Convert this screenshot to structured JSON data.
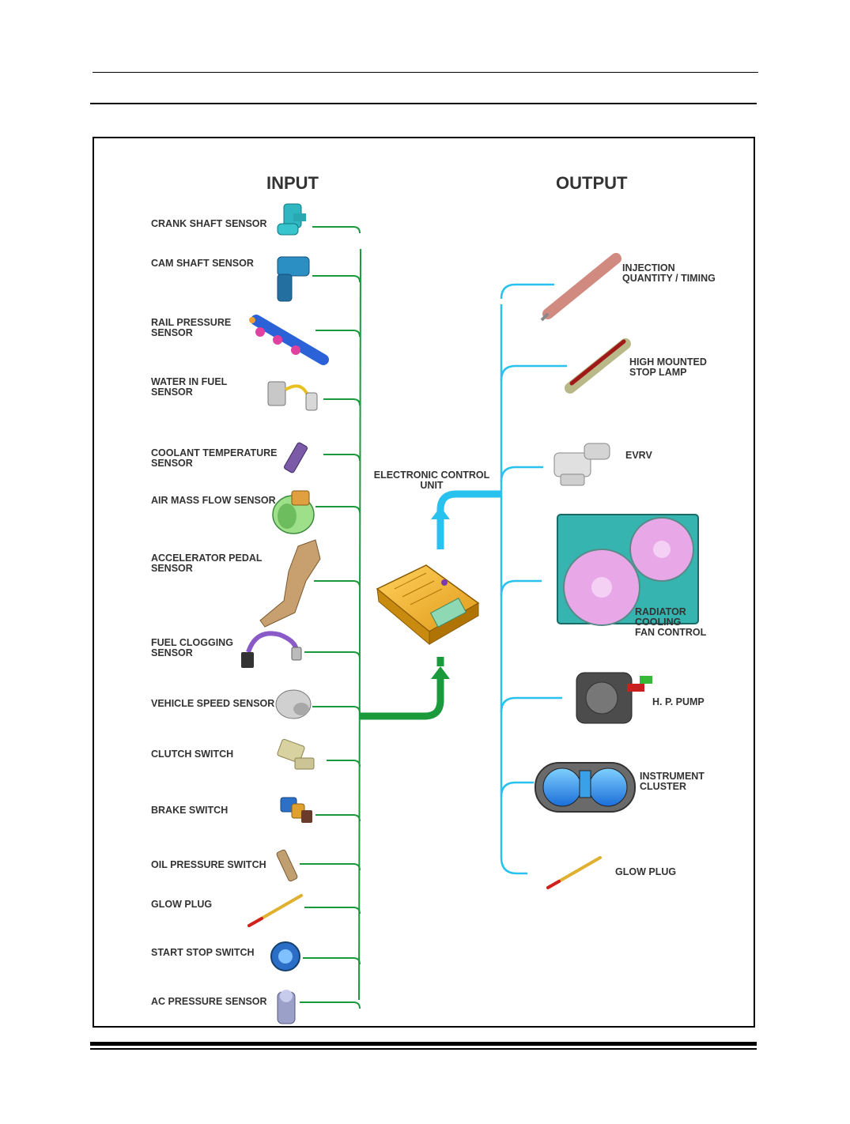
{
  "headings": {
    "input": "INPUT",
    "output": "OUTPUT"
  },
  "ecu": {
    "label_lines": [
      "ELECTRONIC CONTROL",
      "UNIT"
    ]
  },
  "colors": {
    "input_line": "#1b9a3c",
    "output_line": "#29c2ee"
  },
  "inputs": [
    {
      "lines": [
        "CRANK SHAFT SENSOR"
      ],
      "icon": "crank-shaft-sensor-icon"
    },
    {
      "lines": [
        "CAM SHAFT SENSOR"
      ],
      "icon": "cam-shaft-sensor-icon"
    },
    {
      "lines": [
        "RAIL PRESSURE",
        "SENSOR"
      ],
      "icon": "rail-pressure-sensor-icon"
    },
    {
      "lines": [
        "WATER IN FUEL",
        "SENSOR"
      ],
      "icon": "water-in-fuel-sensor-icon"
    },
    {
      "lines": [
        "COOLANT TEMPERATURE",
        "SENSOR"
      ],
      "icon": "coolant-temperature-sensor-icon"
    },
    {
      "lines": [
        "AIR MASS FLOW SENSOR"
      ],
      "icon": "air-mass-flow-sensor-icon"
    },
    {
      "lines": [
        "ACCELERATOR PEDAL",
        "SENSOR"
      ],
      "icon": "accelerator-pedal-sensor-icon"
    },
    {
      "lines": [
        "FUEL CLOGGING",
        "SENSOR"
      ],
      "icon": "fuel-clogging-sensor-icon"
    },
    {
      "lines": [
        "VEHICLE SPEED SENSOR"
      ],
      "icon": "vehicle-speed-sensor-icon"
    },
    {
      "lines": [
        "CLUTCH SWITCH"
      ],
      "icon": "clutch-switch-icon"
    },
    {
      "lines": [
        "BRAKE SWITCH"
      ],
      "icon": "brake-switch-icon"
    },
    {
      "lines": [
        "OIL PRESSURE SWITCH"
      ],
      "icon": "oil-pressure-switch-icon"
    },
    {
      "lines": [
        "GLOW PLUG"
      ],
      "icon": "glow-plug-icon"
    },
    {
      "lines": [
        "START STOP SWITCH"
      ],
      "icon": "start-stop-switch-icon"
    },
    {
      "lines": [
        "AC PRESSURE SENSOR"
      ],
      "icon": "ac-pressure-sensor-icon"
    }
  ],
  "outputs": [
    {
      "lines": [
        "INJECTION",
        "QUANTITY / TIMING"
      ],
      "icon": "injector-icon"
    },
    {
      "lines": [
        "HIGH MOUNTED",
        "STOP LAMP"
      ],
      "icon": "stop-lamp-icon"
    },
    {
      "lines": [
        "EVRV"
      ],
      "icon": "evrv-icon"
    },
    {
      "lines": [
        "RADIATOR",
        "COOLING",
        "FAN CONTROL"
      ],
      "icon": "radiator-fan-icon"
    },
    {
      "lines": [
        "H. P. PUMP"
      ],
      "icon": "hp-pump-icon"
    },
    {
      "lines": [
        "INSTRUMENT",
        "CLUSTER"
      ],
      "icon": "instrument-cluster-icon"
    },
    {
      "lines": [
        "GLOW PLUG"
      ],
      "icon": "glow-plug-output-icon"
    }
  ]
}
